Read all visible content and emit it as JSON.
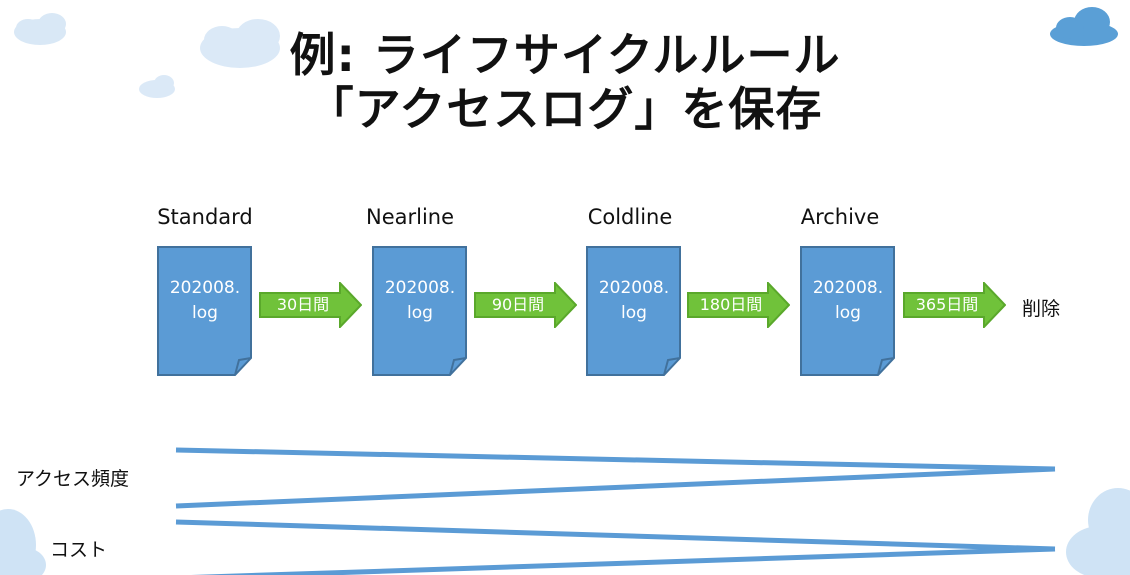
{
  "title": {
    "line1": "例: ライフサイクルルール",
    "line2": "「アクセスログ」を保存"
  },
  "tiers": [
    {
      "label": "Standard",
      "file_line1": "202008.",
      "file_line2": "log"
    },
    {
      "label": "Nearline",
      "file_line1": "202008.",
      "file_line2": "log"
    },
    {
      "label": "Coldline",
      "file_line1": "202008.",
      "file_line2": "log"
    },
    {
      "label": "Archive",
      "file_line1": "202008.",
      "file_line2": "log"
    }
  ],
  "transitions": [
    "30日間",
    "90日間",
    "180日間",
    "365日間"
  ],
  "end_label": "削除",
  "trend_labels": {
    "access_frequency": "アクセス頻度",
    "cost": "コスト"
  },
  "colors": {
    "file_fill": "#5b9bd5",
    "file_stroke": "#41719c",
    "arrow_fill": "#70c23a",
    "arrow_stroke": "#5aa82b",
    "trend_line": "#5b9bd5",
    "cloud": "#cfe3f5",
    "cloud_dark": "#5a9fd6"
  }
}
